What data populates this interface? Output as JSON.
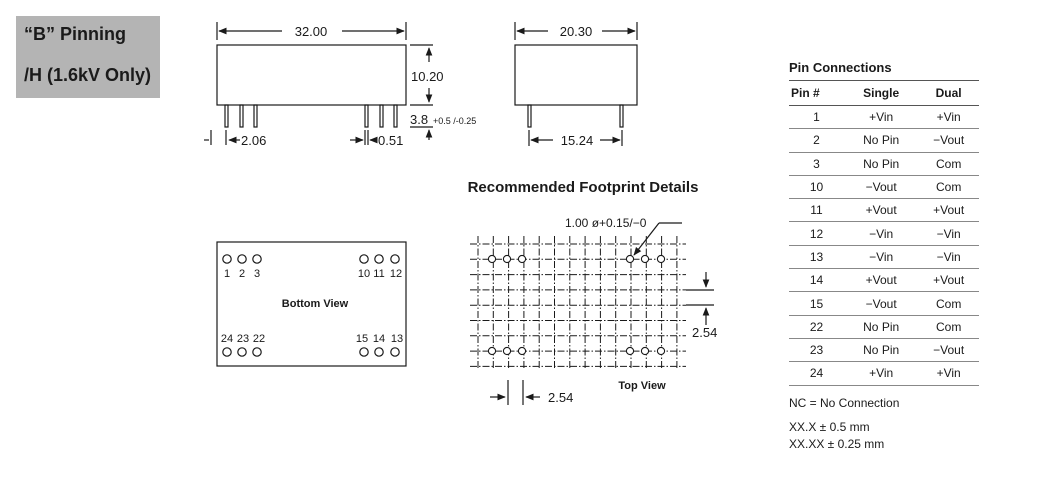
{
  "header_label": {
    "line1": "“B” Pinning",
    "line2": "/H (1.6kV Only)"
  },
  "dimensions": {
    "length": "32.00",
    "height": "10.20",
    "pin_length": "3.8",
    "pin_length_tol": "+0.5 /-0.25",
    "pin_pitch": "2.06",
    "pin_diameter": "0.51",
    "width": "20.30",
    "row_spacing": "15.24"
  },
  "bottom_view": {
    "title": "Bottom View",
    "pin_labels": {
      "p1": "1",
      "p2": "2",
      "p3": "3",
      "p10": "10",
      "p11": "11",
      "p12": "12",
      "p24": "24",
      "p23": "23",
      "p22": "22",
      "p15": "15",
      "p14": "14",
      "p13": "13"
    }
  },
  "footprint": {
    "title": "Recommended Footprint Details",
    "hole_spec": "1.00 ø+0.15/−0",
    "grid_v": "2.54",
    "grid_h": "2.54",
    "view_label": "Top View"
  },
  "pin_connections": {
    "title": "Pin Connections",
    "headers": [
      "Pin #",
      "Single",
      "Dual"
    ],
    "rows": [
      [
        "1",
        "+Vin",
        "+Vin"
      ],
      [
        "2",
        "No Pin",
        "−Vout"
      ],
      [
        "3",
        "No Pin",
        "Com"
      ],
      [
        "10",
        "−Vout",
        "Com"
      ],
      [
        "11",
        "+Vout",
        "+Vout"
      ],
      [
        "12",
        "−Vin",
        "−Vin"
      ],
      [
        "13",
        "−Vin",
        "−Vin"
      ],
      [
        "14",
        "+Vout",
        "+Vout"
      ],
      [
        "15",
        "−Vout",
        "Com"
      ],
      [
        "22",
        "No Pin",
        "Com"
      ],
      [
        "23",
        "No Pin",
        "−Vout"
      ],
      [
        "24",
        "+Vin",
        "+Vin"
      ]
    ],
    "nc_note": "NC = No Connection",
    "tolerances": [
      "XX.X   ± 0.5 mm",
      "XX.XX ± 0.25 mm"
    ]
  }
}
